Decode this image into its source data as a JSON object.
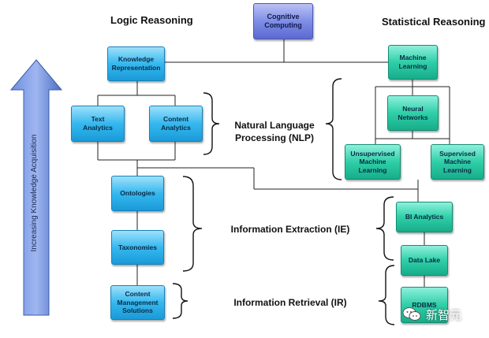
{
  "headers": {
    "logic": "Logic Reasoning",
    "statistical": "Statistical Reasoning"
  },
  "nodes": {
    "cognitive_computing": "Cognitive\nComputing",
    "knowledge_representation": "Knowledge\nRepresentation",
    "text_analytics": "Text\nAnalytics",
    "content_analytics": "Content\nAnalytics",
    "ontologies": "Ontologies",
    "taxonomies": "Taxonomies",
    "content_management_solutions": "Content\nManagement\nSolutions",
    "machine_learning": "Machine\nLearning",
    "neural_networks": "Neural\nNetworks",
    "unsupervised_machine_learning": "Unsupervised\nMachine\nLearning",
    "supervised_machine_learning": "Supervised\nMachine\nLearning",
    "bi_analytics": "BI Analytics",
    "data_lake": "Data Lake",
    "rdbms": "RDBMS"
  },
  "groups": {
    "nlp": "Natural Language\nProcessing (NLP)",
    "ie": "Information Extraction (IE)",
    "ir": "Information Retrieval (IR)"
  },
  "axis_label": "Increasing Knowledge Acquisition",
  "watermark": "新智元",
  "colors": {
    "logic_nodes": "#35b8ef",
    "statistical_nodes": "#2fcfa8",
    "root_node": "#7f8ee6",
    "arrow": "#4b6fc2"
  }
}
